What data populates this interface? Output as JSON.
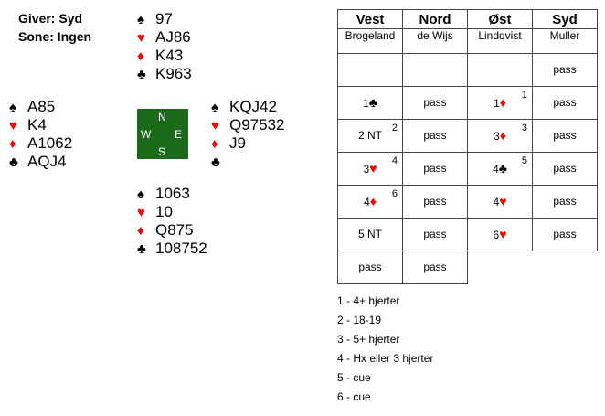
{
  "info": {
    "dealer": "Giver: Syd",
    "vulnerability": "Sone: Ingen"
  },
  "hands": {
    "north": {
      "spades": "97",
      "hearts": "AJ86",
      "diamonds": "K43",
      "clubs": "K963"
    },
    "west": {
      "spades": "A85",
      "hearts": "K4",
      "diamonds": "A1062",
      "clubs": "AQJ4"
    },
    "east": {
      "spades": "KQJ42",
      "hearts": "Q97532",
      "diamonds": "J9",
      "clubs": ""
    },
    "south": {
      "spades": "1063",
      "hearts": "10",
      "diamonds": "Q875",
      "clubs": "108752"
    }
  },
  "suit_symbols": {
    "spades": "♠",
    "hearts": "♥",
    "diamonds": "♦",
    "clubs": "♣"
  },
  "colors": {
    "red_suit": "#ff0000",
    "compass_bg": "#1b6b1b"
  },
  "compass": {
    "n": "N",
    "w": "W",
    "e": "E",
    "s": "S"
  },
  "bidding": {
    "headers": [
      "Vest",
      "Nord",
      "Øst",
      "Syd"
    ],
    "players": [
      "Brogeland",
      "de Wijs",
      "Lindqvist",
      "Muller"
    ],
    "rows": [
      [
        "",
        "",
        "",
        "pass"
      ],
      [
        "1♣",
        "pass",
        "1♦",
        "pass"
      ],
      [
        "2 NT",
        "pass",
        "3♦",
        "pass"
      ],
      [
        "3♥",
        "pass",
        "4♣",
        "pass"
      ],
      [
        "4♦",
        "pass",
        "4♥",
        "pass"
      ],
      [
        "5 NT",
        "pass",
        "6♥",
        "pass"
      ],
      [
        "pass",
        "pass",
        "",
        ""
      ]
    ],
    "bid_text": {
      "r1w": "1",
      "r1e": "1",
      "r2w": "2 NT",
      "r2e": "3",
      "r3w": "3",
      "r3e": "4",
      "r4w": "4",
      "r4e": "4",
      "r5w": "5 NT",
      "r5e": "6",
      "pass": "pass"
    },
    "footnote_marks": {
      "r1e": "1",
      "r2w": "2",
      "r2e": "3",
      "r3w": "4",
      "r3e": "5",
      "r4w": "6"
    }
  },
  "notes": [
    "1 - 4+ hjerter",
    "2 - 18-19",
    "3 - 5+ hjerter",
    "4 - Hx eller 3 hjerter",
    "5 - cue",
    "6 - cue"
  ]
}
